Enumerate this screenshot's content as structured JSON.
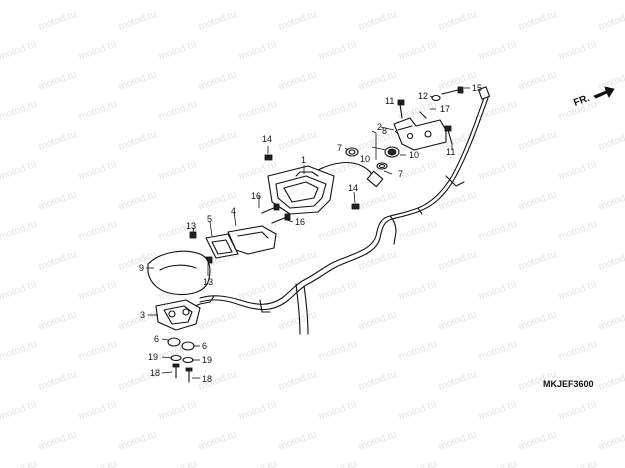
{
  "watermark": "motod.ru",
  "direction_label": "FR.",
  "diagram_code": "MKJEF3600",
  "callouts": [
    "1",
    "2",
    "3",
    "4",
    "5",
    "6",
    "6",
    "7",
    "7",
    "8",
    "9",
    "10",
    "10",
    "11",
    "11",
    "12",
    "13",
    "13",
    "14",
    "14",
    "15",
    "16",
    "16",
    "17",
    "18",
    "18",
    "19",
    "19"
  ]
}
